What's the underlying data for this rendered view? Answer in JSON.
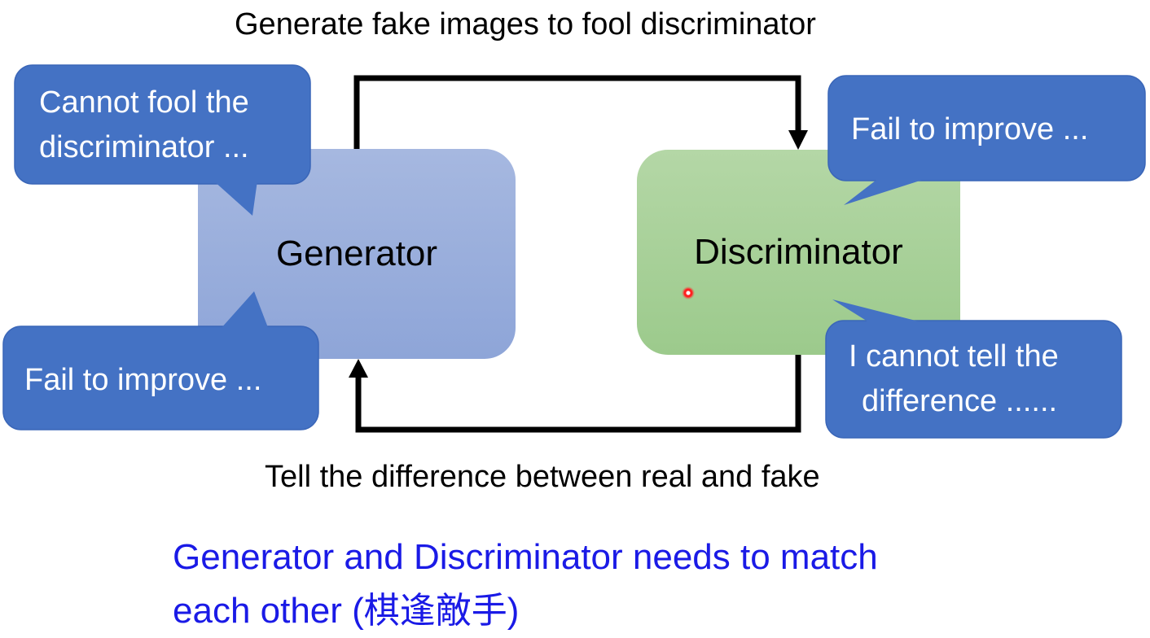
{
  "captions": {
    "top": "Generate fake images to fool discriminator",
    "bottom": "Tell the difference between real and fake"
  },
  "boxes": {
    "generator": "Generator",
    "discriminator": "Discriminator"
  },
  "bubbles": {
    "generator_top": [
      "Cannot fool the",
      "discriminator ..."
    ],
    "generator_bottom": "Fail to improve ...",
    "discriminator_top": "Fail to improve ...",
    "discriminator_bottom": [
      "I cannot tell the",
      "difference ......"
    ]
  },
  "headline": {
    "line1": "Generator and Discriminator needs to match",
    "line2": "each other (棋逢敵手)"
  },
  "colors": {
    "bubble": "#4472c4",
    "generator": "#8ea5d8",
    "discriminator": "#9cca8c",
    "headline": "#1a1ae6"
  }
}
